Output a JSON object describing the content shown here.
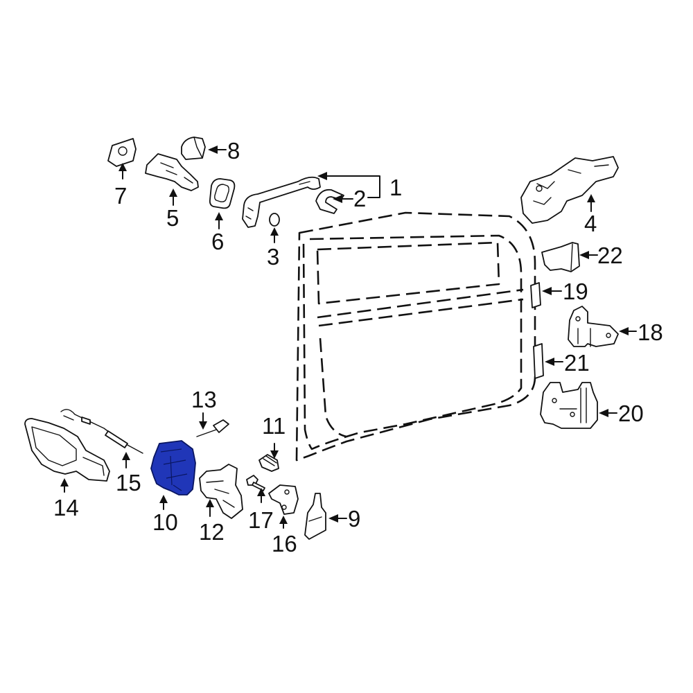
{
  "accent_color": "#2036b8",
  "highlighted_part": "10",
  "callouts": {
    "c1": "1",
    "c2": "2",
    "c3": "3",
    "c4": "4",
    "c5": "5",
    "c6": "6",
    "c7": "7",
    "c8": "8",
    "c9": "9",
    "c10": "10",
    "c11": "11",
    "c12": "12",
    "c13": "13",
    "c14": "14",
    "c15": "15",
    "c16": "16",
    "c17": "17",
    "c18": "18",
    "c19": "19",
    "c20": "20",
    "c21": "21",
    "c22": "22"
  }
}
